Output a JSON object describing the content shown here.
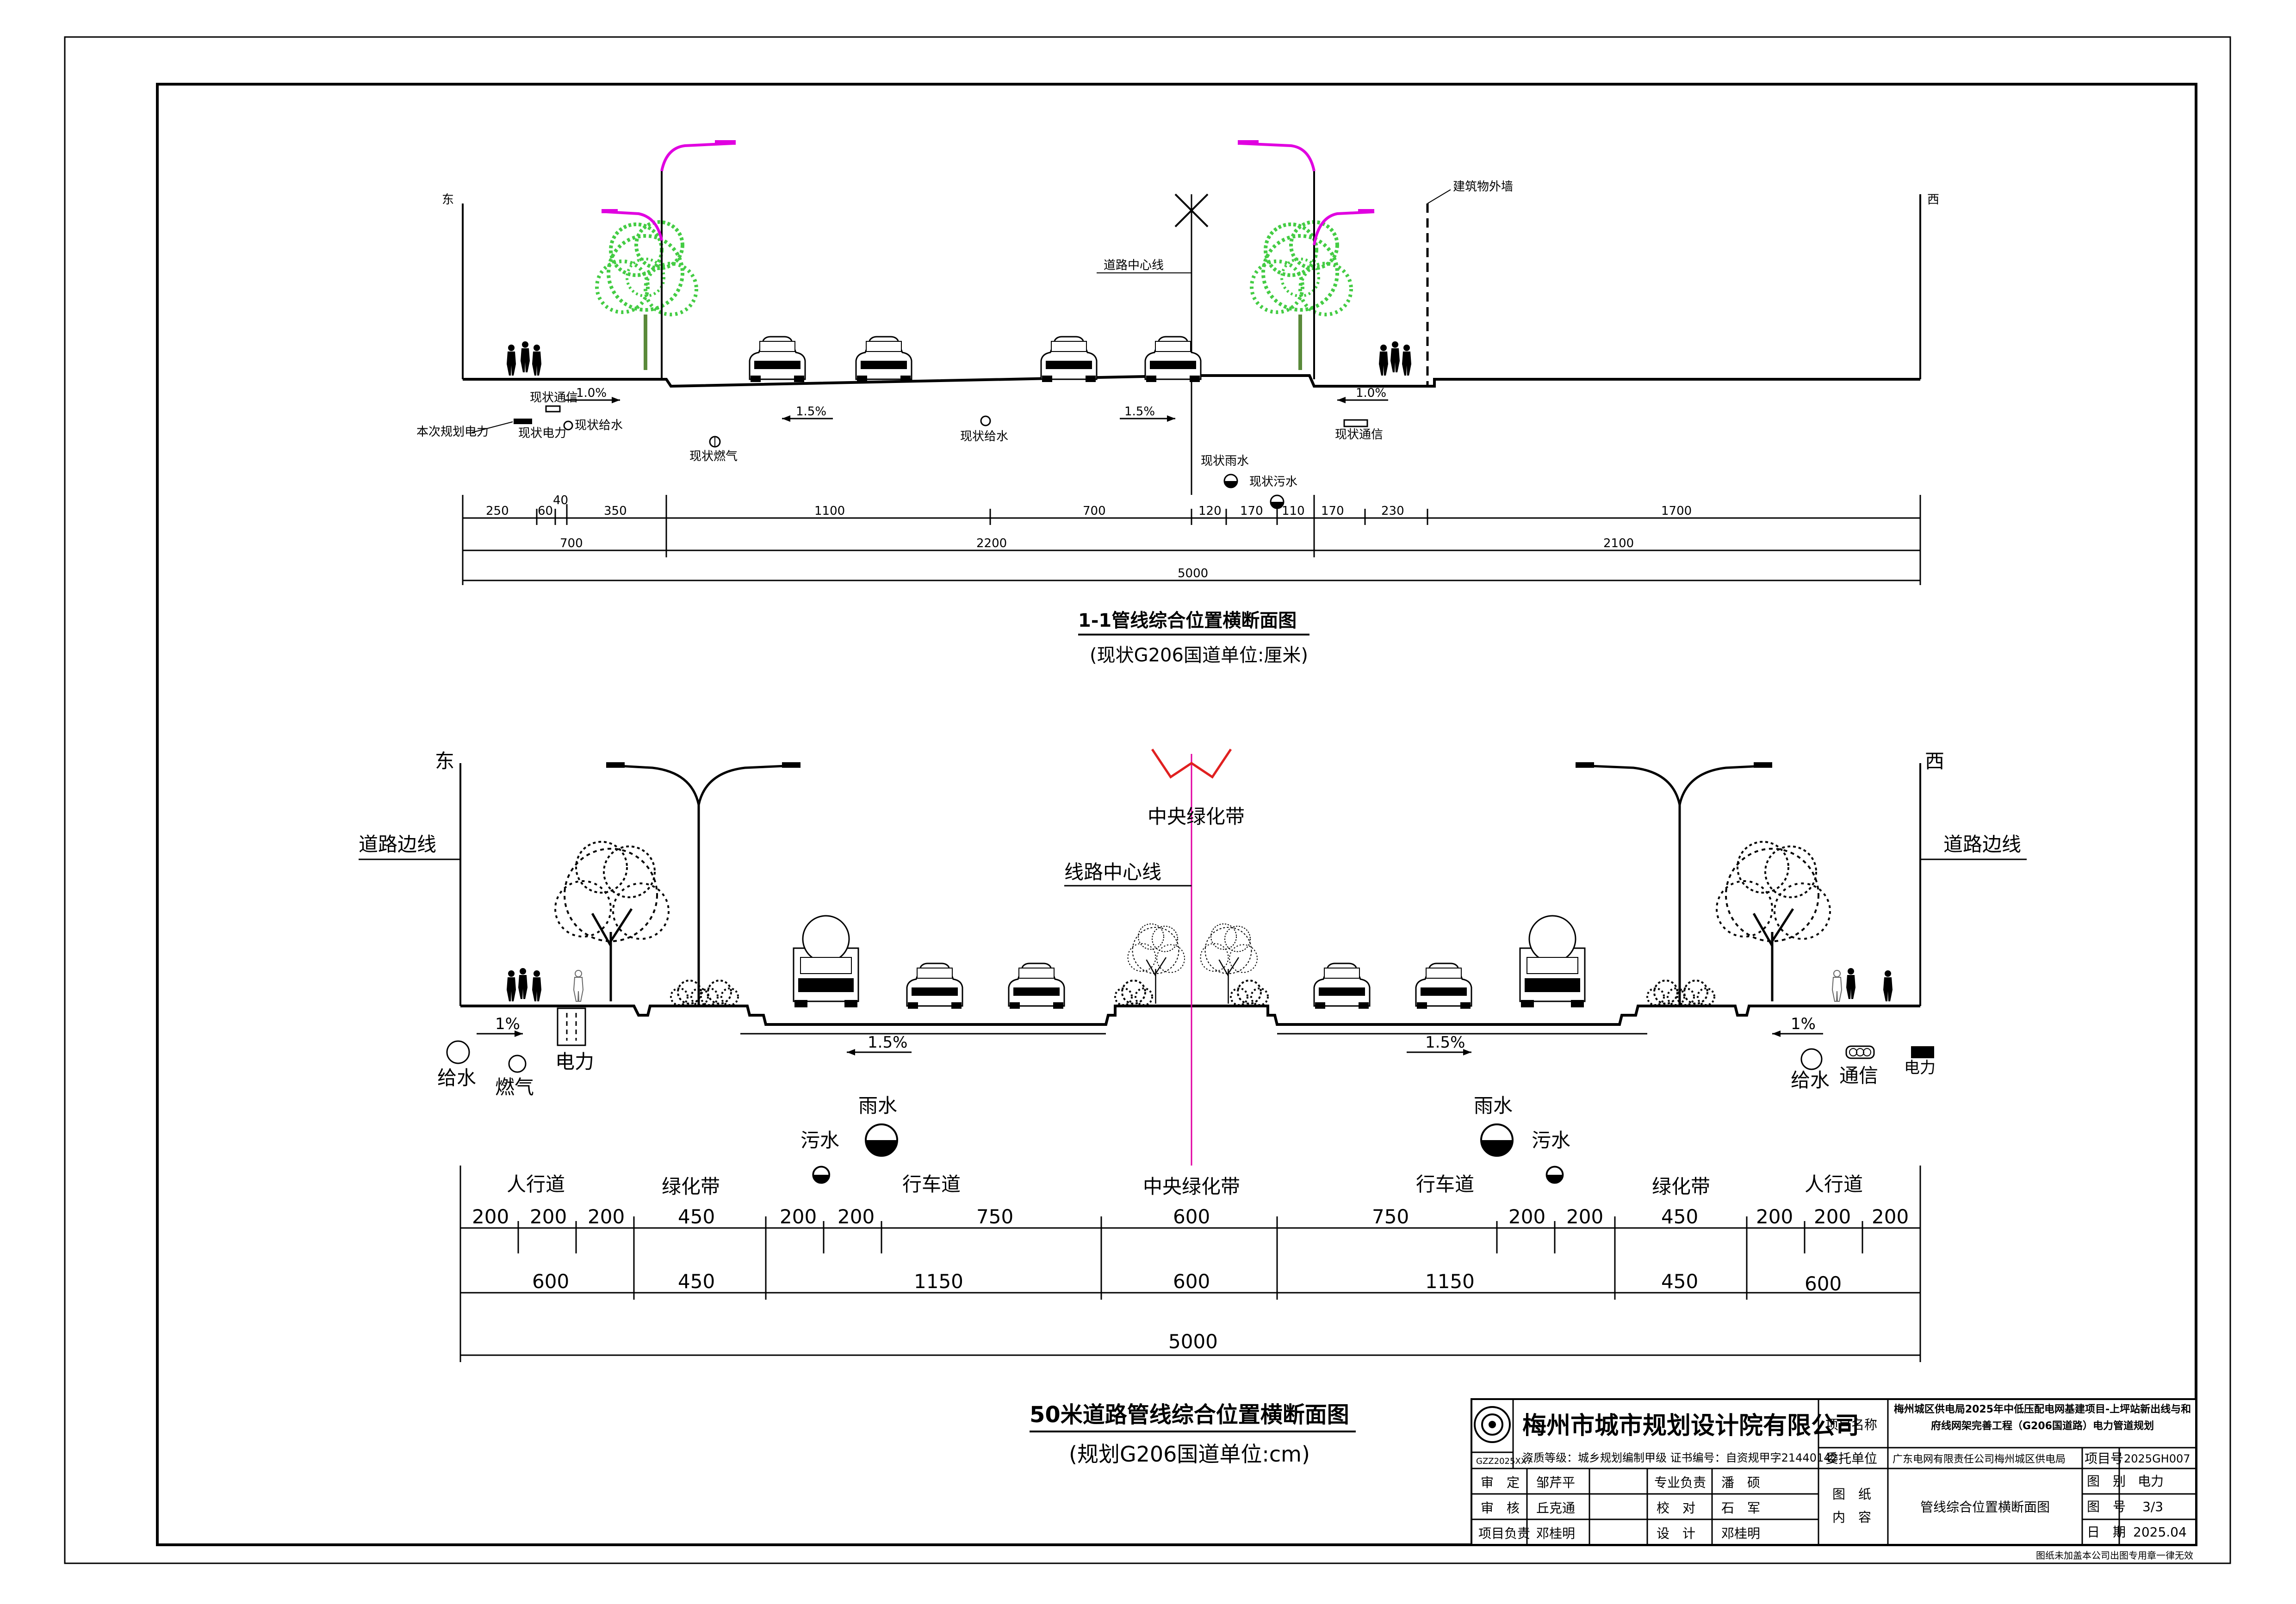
{
  "colors": {
    "line": "#000000",
    "lamp": "#e000e0",
    "tree": "#44cc44",
    "center_red": "#e02020"
  },
  "sec1": {
    "east": "东",
    "west": "西",
    "building_wall": "建筑物外墙",
    "road_center": "道路中心线",
    "slope_left": "1.0%",
    "slope_mid_left": "1.5%",
    "slope_mid_right": "1.5%",
    "slope_right": "1.0%",
    "pipe_comm_left": "现状通信",
    "pipe_water_left": "现状给水",
    "pipe_power_plan": "本次规划电力",
    "pipe_power_exist": "现状电力",
    "pipe_gas": "现状燃气",
    "pipe_water_mid": "现状给水",
    "pipe_rain": "现状雨水",
    "pipe_sewage": "现状污水",
    "pipe_comm_right": "现状通信",
    "dims_row1": [
      "250",
      "60",
      "40",
      "350",
      "1100",
      "700",
      "120",
      "170",
      "110",
      "170",
      "230",
      "1700"
    ],
    "dims_row2": [
      "700",
      "2200",
      "2100"
    ],
    "dims_total": "5000",
    "title": "1-1管线综合位置横断面图",
    "subtitle": "(现状G206国道单位:厘米)"
  },
  "sec2": {
    "east": "东",
    "west": "西",
    "edge_left": "道路边线",
    "edge_right": "道路边线",
    "median": "中央绿化带",
    "line_center": "线路中心线",
    "slope_left": "1%",
    "slope_mid_left": "1.5%",
    "slope_mid_right": "1.5%",
    "slope_right": "1%",
    "water_left": "给水",
    "gas": "燃气",
    "power_left": "电力",
    "water_right": "给水",
    "comm": "通信",
    "power_right": "电力",
    "rain_left": "雨水",
    "sewage_left": "污水",
    "rain_right": "雨水",
    "sewage_right": "污水",
    "zone_sidewalk_l": "人行道",
    "zone_green_l": "绿化带",
    "zone_lane_l": "行车道",
    "zone_median": "中央绿化带",
    "zone_lane_r": "行车道",
    "zone_green_r": "绿化带",
    "zone_sidewalk_r": "人行道",
    "dims_row1": [
      "200",
      "200",
      "200",
      "450",
      "200",
      "200",
      "750",
      "600",
      "750",
      "200",
      "200",
      "450",
      "200",
      "200",
      "200"
    ],
    "dims_row2": [
      "600",
      "450",
      "1150",
      "600",
      "1150",
      "450",
      "600"
    ],
    "dims_total": "5000",
    "title": "50米道路管线综合位置横断面图",
    "subtitle": "(规划G206国道单位:cm)"
  },
  "titleblock": {
    "company": "梅州市城市规划设计院有限公司",
    "qualification": "资质等级：城乡规划编制甲级  证书编号：自资规甲字21440142",
    "cert_code": "GZZ2025XX7",
    "project_name_label": "项目名称",
    "project_name": "梅州城区供电局2025年中低压配电网基建项目-上坪站新出线与和府线网架完善工程（G206国道路）电力管道规划",
    "client_label": "委托单位",
    "client": "广东电网有限责任公司梅州城区供电局",
    "project_no_label": "项目号",
    "project_no": "2025GH007",
    "approve_label": "审　定",
    "approve": "邹芹平",
    "review_label": "审　核",
    "review": "丘克通",
    "lead_label": "项目负责",
    "lead": "邓桂明",
    "major_label": "专业负责",
    "major": "潘　硕",
    "check_label": "校　对",
    "check": "石　军",
    "design_label": "设　计",
    "design": "邓桂明",
    "content_label1": "图　纸",
    "content_label2": "内　容",
    "content": "管线综合位置横断面图",
    "type_label": "图　别",
    "type": "电力",
    "num_label": "图　号",
    "num": "3/3",
    "date_label": "日　期",
    "date": "2025.04",
    "footnote": "图纸未加盖本公司出图专用章一律无效"
  }
}
